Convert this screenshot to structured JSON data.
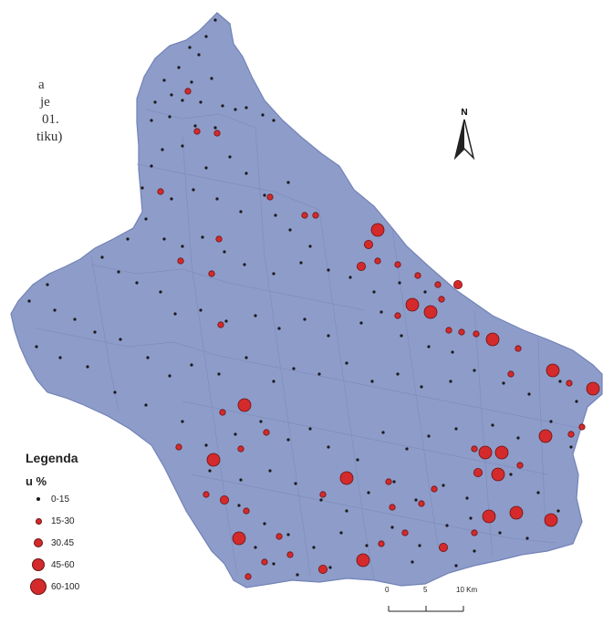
{
  "title_fragment": [
    "a",
    "je",
    "01.",
    "tiku)"
  ],
  "north_label": "N",
  "legend": {
    "title": "Legenda",
    "unit": "u %",
    "classes": [
      {
        "label": "0-15",
        "size": 4
      },
      {
        "label": "15-30",
        "size": 7
      },
      {
        "label": "30.45",
        "size": 10
      },
      {
        "label": "45-60",
        "size": 14
      },
      {
        "label": "60-100",
        "size": 18
      }
    ]
  },
  "scale": {
    "labels": [
      "0",
      "5",
      "10 Km"
    ]
  },
  "colors": {
    "region": "#8e9cc9",
    "border": "#7383b8",
    "symbol": "#d42a2c",
    "symbol_stroke": "#6a1414",
    "small_dot": "#1a1a1a"
  }
}
